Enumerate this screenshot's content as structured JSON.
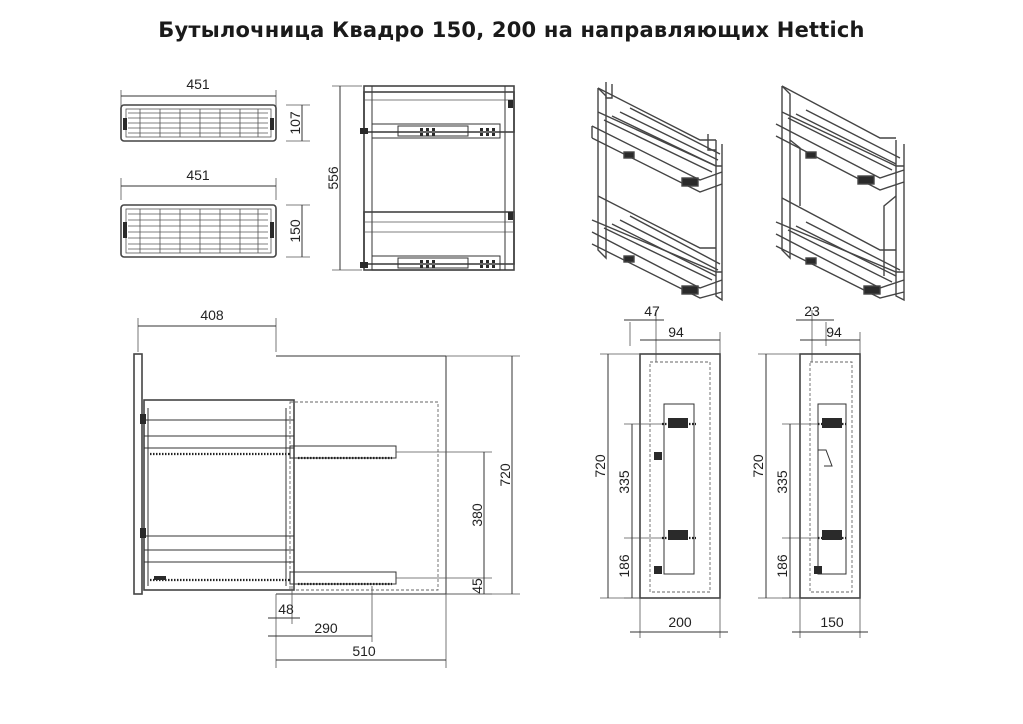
{
  "title": "Бутылочница Квадро 150, 200 на направляющих Hettich",
  "dimensions": {
    "top_basket_width": "451",
    "top_basket_height": "107",
    "bottom_basket_width": "451",
    "bottom_basket_height": "150",
    "side_height": "556",
    "depth_top": "408",
    "cabinet_height": "720",
    "rail_spacing": "380",
    "bottom_offset": "45",
    "front_offset": "48",
    "rail_length": "290",
    "cabinet_depth": "510",
    "front200_offset": "47",
    "front200_inner": "94",
    "front200_height": "720",
    "front200_upper": "335",
    "front200_lower": "186",
    "front200_width": "200",
    "front150_offset": "23",
    "front150_inner": "94",
    "front150_height": "720",
    "front150_upper": "335",
    "front150_lower": "186",
    "front150_width": "150"
  }
}
